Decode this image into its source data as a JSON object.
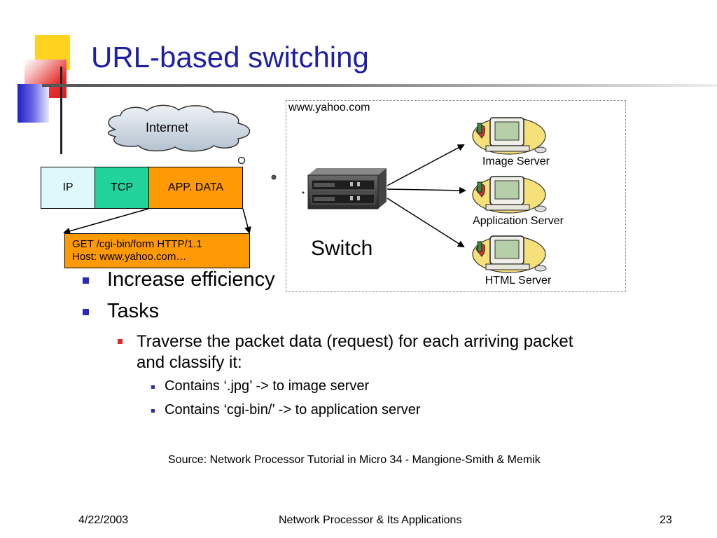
{
  "title": "URL-based switching",
  "diagram": {
    "cloud_label": "Internet",
    "packet": {
      "ip": "IP",
      "tcp": "TCP",
      "app": "APP. DATA"
    },
    "request_line1": "GET /cgi-bin/form HTTP/1.1",
    "request_line2": "Host: www.yahoo.com…",
    "site_label": "www.yahoo.com",
    "switch_label": "Switch",
    "servers": [
      {
        "label": "Image Server"
      },
      {
        "label": "Application Server"
      },
      {
        "label": "HTML Server"
      }
    ]
  },
  "bullets": {
    "l1_a": "Increase efficiency",
    "l1_b": "Tasks",
    "l2_a_line1": "Traverse the packet data (request) for each arriving packet",
    "l2_a_line2": "and classify it:",
    "l3_a": "Contains ‘.jpg’ -> to image server",
    "l3_b": "Contains ‘cgi-bin/’ -> to application server"
  },
  "source": "Source: Network Processor Tutorial in Micro 34 - Mangione-Smith & Memik",
  "footer": {
    "date": "4/22/2003",
    "course": "Network Processor & Its Applications",
    "page": "23"
  },
  "colors": {
    "title": "#1f1fa6",
    "tcp_cell": "#22d39a",
    "app_cell": "#ff9a05",
    "ip_cell": "#dff8fb"
  }
}
